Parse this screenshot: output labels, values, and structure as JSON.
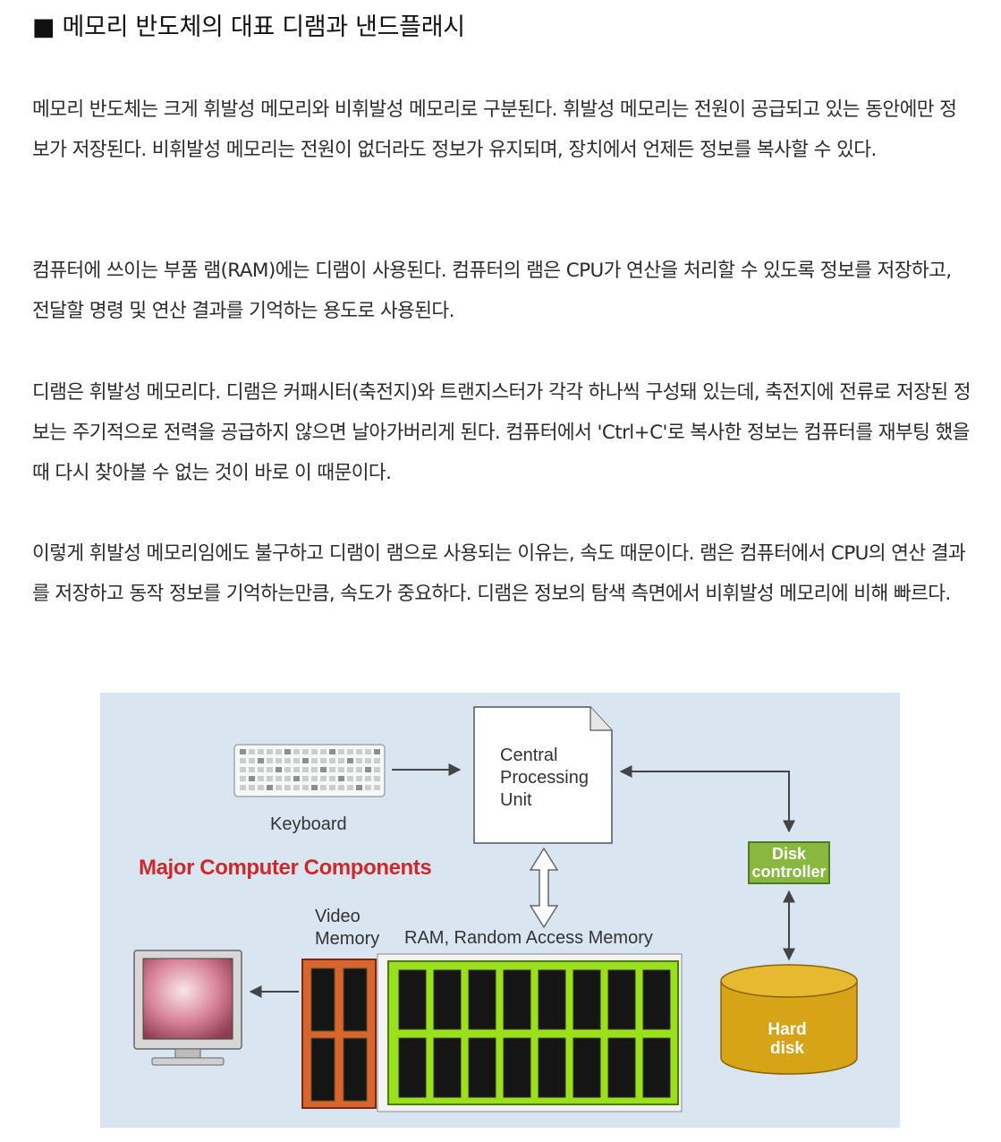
{
  "heading": "■ 메모리 반도체의 대표 디램과 낸드플래시",
  "paragraphs": [
    "메모리 반도체는 크게 휘발성 메모리와 비휘발성 메모리로 구분된다. 휘발성 메모리는 전원이 공급되고 있는 동안에만 정보가 저장된다. 비휘발성 메모리는 전원이 없더라도 정보가 유지되며, 장치에서 언제든 정보를 복사할 수 있다.",
    "컴퓨터에 쓰이는 부품 램(RAM)에는 디램이 사용된다. 컴퓨터의 램은 CPU가 연산을 처리할 수 있도록 정보를 저장하고, 전달할 명령 및 연산 결과를 기억하는 용도로 사용된다.",
    "디램은 휘발성 메모리다. 디램은 커패시터(축전지)와 트랜지스터가 각각 하나씩 구성돼 있는데, 축전지에 전류로 저장된 정보는 주기적으로 전력을 공급하지 않으면 날아가버리게 된다. 컴퓨터에서 'Ctrl+C'로 복사한 정보는 컴퓨터를 재부팅 했을 때 다시 찾아볼 수 없는 것이 바로 이 때문이다.",
    "이렇게 휘발성 메모리임에도 불구하고 디램이 램으로 사용되는 이유는, 속도 때문이다. 램은 컴퓨터에서 CPU의 연산 결과를 저장하고 동작 정보를 기억하는만큼, 속도가 중요하다. 디램은 정보의 탐색 측면에서 비휘발성 메모리에 비해 빠르다."
  ],
  "figure": {
    "title": "Major Computer Components",
    "cpu_label": "Central\nProcessing\nUnit",
    "keyboard_label": "Keyboard",
    "video_memory_label": "Video\nMemory",
    "ram_label": "RAM, Random Access Memory",
    "disk_controller_label": "Disk\ncontroller",
    "hard_disk_label": "Hard\ndisk",
    "colors": {
      "background": "#d9e6f2",
      "title": "#cc2a2a",
      "ram_green": "#9be11b",
      "ram_cell": "#151515",
      "video_orange": "#d9642e",
      "disk_gold": "#d7a317",
      "controller_green": "#88b840"
    },
    "icons": [
      "keyboard-icon",
      "monitor-icon",
      "hard-disk-icon"
    ]
  }
}
